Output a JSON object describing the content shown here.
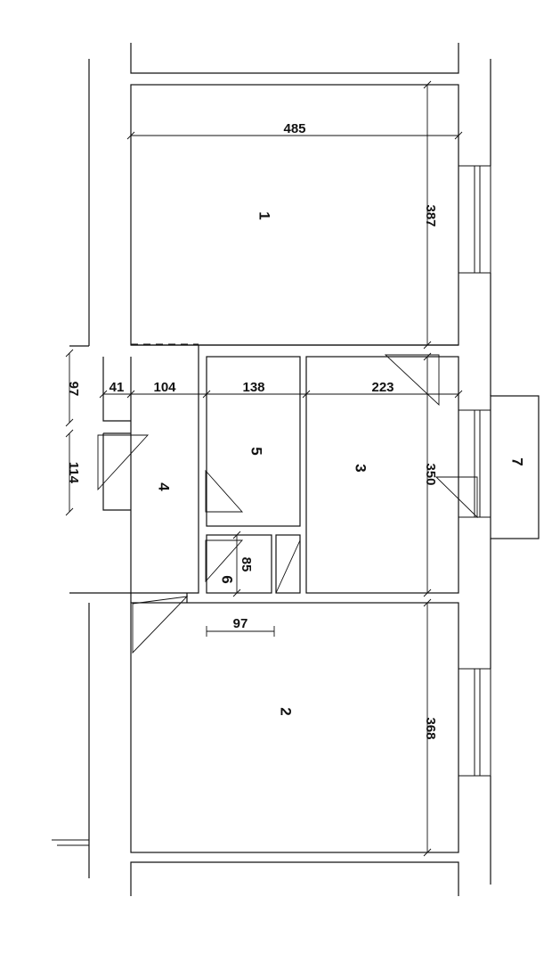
{
  "rooms": [
    {
      "id": "1",
      "label": "1"
    },
    {
      "id": "2",
      "label": "2"
    },
    {
      "id": "3",
      "label": "3"
    },
    {
      "id": "4",
      "label": "4"
    },
    {
      "id": "5",
      "label": "5"
    },
    {
      "id": "6",
      "label": "6"
    },
    {
      "id": "7",
      "label": "7"
    }
  ],
  "dimensions": {
    "room1_width": "485",
    "room1_depth": "387",
    "room2_depth": "368",
    "room3_width": "223",
    "room3_depth": "350",
    "room5_width": "138",
    "room6_width": "85",
    "hall_width": "104",
    "hall_wall": "41",
    "entry_a": "97",
    "entry_b": "114",
    "room2_door": "97"
  }
}
